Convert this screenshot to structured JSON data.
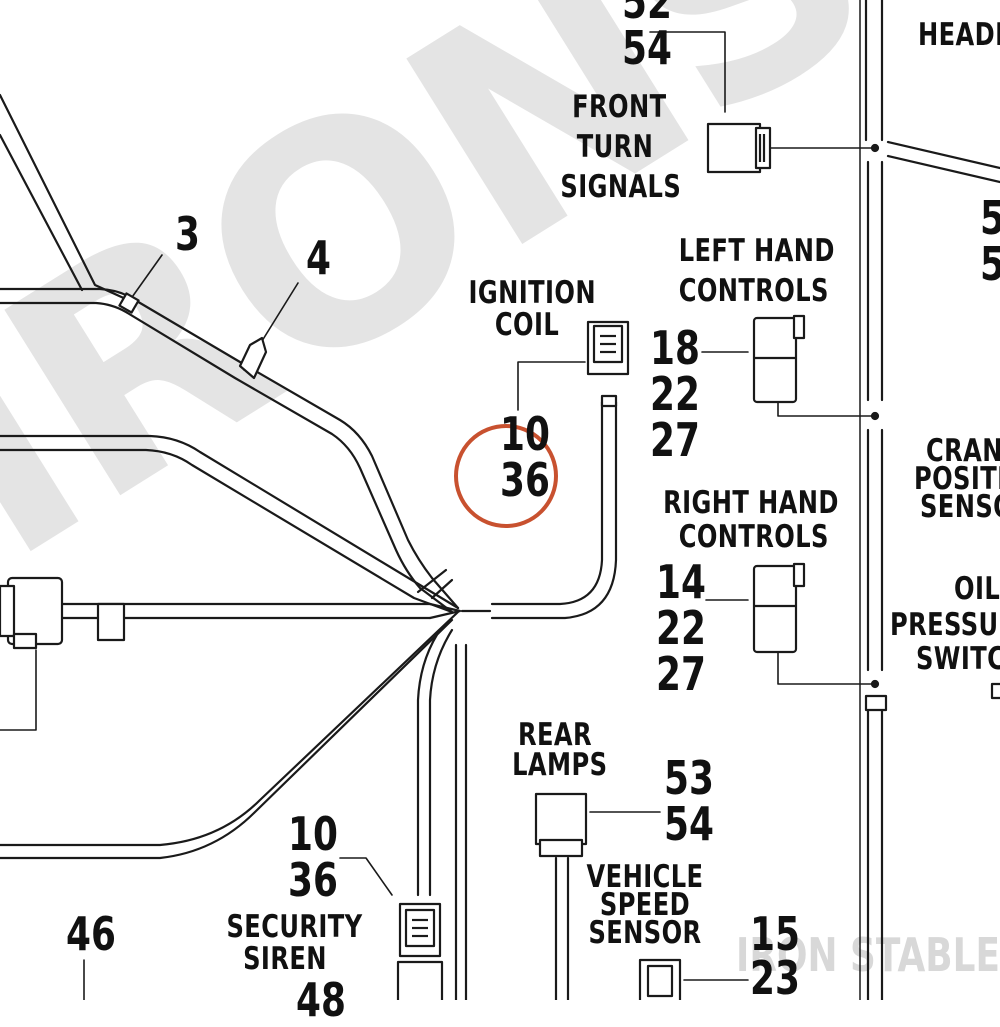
{
  "watermark_large": "IRONSTABLE",
  "watermark_brand": "IRON STABLE",
  "highlight_color": "#c8512f",
  "labels": {
    "headlamp": "HEADL",
    "headlamp_nums_top": "52",
    "headlamp_nums_bottom": "54",
    "front_turn_signals": [
      "FRONT",
      "TURN",
      "SIGNALS"
    ],
    "right_edge_nums": [
      "5",
      "5"
    ],
    "callout_3": "3",
    "callout_4": "4",
    "ignition_coil": [
      "IGNITION",
      "COIL"
    ],
    "ignition_coil_nums": [
      "10",
      "36"
    ],
    "left_hand_controls": [
      "LEFT HAND",
      "CONTROLS"
    ],
    "left_hand_nums": [
      "18",
      "22",
      "27"
    ],
    "right_hand_controls": [
      "RIGHT  HAND",
      "CONTROLS"
    ],
    "right_hand_nums": [
      "14",
      "22",
      "27"
    ],
    "crank_position_sensor": [
      "CRAN",
      "POSITI",
      "SENSO"
    ],
    "oil_pressure_switch": [
      "OIL",
      "PRESSUR",
      "SWITC"
    ],
    "rear_lamps": [
      "REAR",
      "LAMPS"
    ],
    "rear_lamps_nums": [
      "53",
      "54"
    ],
    "security_siren": [
      "SECURITY",
      "SIREN"
    ],
    "security_siren_nums": [
      "10",
      "36"
    ],
    "vehicle_speed_sensor": [
      "VEHICLE",
      "SPEED",
      "SENSOR"
    ],
    "vehicle_speed_nums": [
      "15",
      "23"
    ],
    "callout_46": "46",
    "callout_48": "48"
  }
}
